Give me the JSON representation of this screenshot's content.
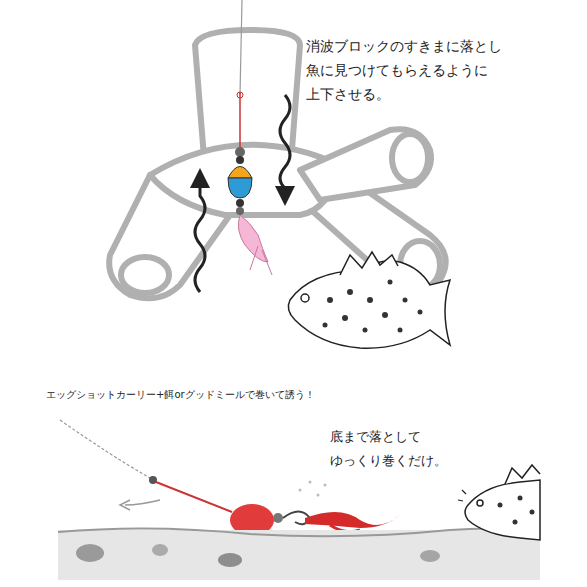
{
  "diagram": {
    "labels": [
      "消波ブロックのすきまに落とし",
      "魚に見つけてもらえるように",
      "上下させる。",
      "エッグショットカーリー+餌orグッドミールで巻いて誘う！",
      "底まで落として",
      "ゆっくり巻くだけ。"
    ]
  }
}
